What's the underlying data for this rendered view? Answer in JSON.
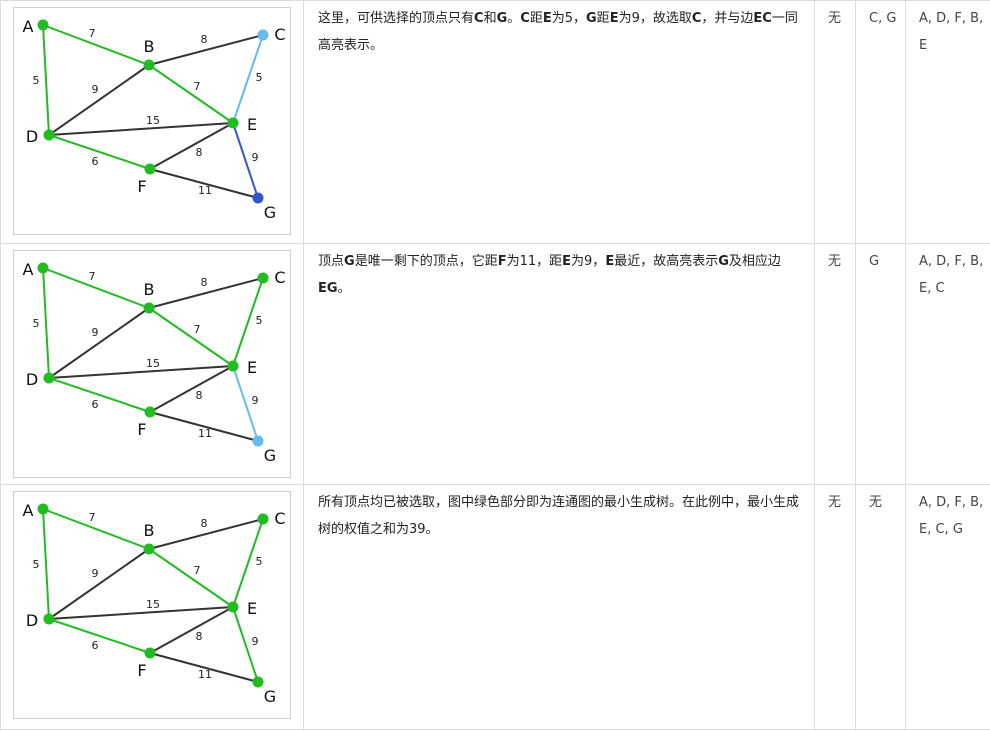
{
  "rows": [
    {
      "desc_parts": [
        "这里，可供选择的顶点只有",
        "C",
        "和",
        "G",
        "。",
        "C",
        "距",
        "E",
        "为5，",
        "G",
        "距",
        "E",
        "为9，故选取",
        "C",
        "，并与边",
        "EC",
        "一同高亮表示。"
      ],
      "col1": "无",
      "col2": "C, G",
      "col3": "A, D, F, B, E",
      "graph": {
        "node_colors": {
          "A": "#22bb22",
          "B": "#22bb22",
          "C": "#66bbee",
          "D": "#22bb22",
          "E": "#22bb22",
          "F": "#22bb22",
          "G": "#3355cc"
        },
        "edge_colors": {
          "AB": "#22bb22",
          "AD": "#22bb22",
          "BC": "#333333",
          "BD": "#333333",
          "BE": "#22bb22",
          "CE": "#66bbee",
          "DE": "#333333",
          "DF": "#22bb22",
          "EF": "#333333",
          "EG": "#3355cc",
          "FG": "#333333"
        }
      }
    },
    {
      "desc_parts": [
        "顶点",
        "G",
        "是唯一剩下的顶点，它距",
        "F",
        "为11，距",
        "E",
        "为9，",
        "E",
        "最近，故高亮表示",
        "G",
        "及相应边",
        "EG",
        "。"
      ],
      "col1": "无",
      "col2": "G",
      "col3": "A, D, F, B, E, C",
      "graph": {
        "node_colors": {
          "A": "#22bb22",
          "B": "#22bb22",
          "C": "#22bb22",
          "D": "#22bb22",
          "E": "#22bb22",
          "F": "#22bb22",
          "G": "#66bbee"
        },
        "edge_colors": {
          "AB": "#22bb22",
          "AD": "#22bb22",
          "BC": "#333333",
          "BD": "#333333",
          "BE": "#22bb22",
          "CE": "#22bb22",
          "DE": "#333333",
          "DF": "#22bb22",
          "EF": "#333333",
          "EG": "#66bbee",
          "FG": "#333333"
        }
      }
    },
    {
      "desc_parts": [
        "所有顶点均已被选取，图中绿色部分即为连通图的最小生成树。在此例中，最小生成树的权值之和为39。"
      ],
      "col1": "无",
      "col2": "无",
      "col3": "A, D, F, B, E, C, G",
      "graph": {
        "node_colors": {
          "A": "#22bb22",
          "B": "#22bb22",
          "C": "#22bb22",
          "D": "#22bb22",
          "E": "#22bb22",
          "F": "#22bb22",
          "G": "#22bb22"
        },
        "edge_colors": {
          "AB": "#22bb22",
          "AD": "#22bb22",
          "BC": "#333333",
          "BD": "#333333",
          "BE": "#22bb22",
          "CE": "#22bb22",
          "DE": "#333333",
          "DF": "#22bb22",
          "EF": "#333333",
          "EG": "#22bb22",
          "FG": "#333333"
        }
      }
    }
  ],
  "graph_template": {
    "nodes": [
      "A",
      "B",
      "C",
      "D",
      "E",
      "F",
      "G"
    ],
    "edges": [
      {
        "id": "AB",
        "from": "A",
        "to": "B",
        "weight": "7"
      },
      {
        "id": "AD",
        "from": "A",
        "to": "D",
        "weight": "5"
      },
      {
        "id": "BC",
        "from": "B",
        "to": "C",
        "weight": "8"
      },
      {
        "id": "BD",
        "from": "B",
        "to": "D",
        "weight": "9"
      },
      {
        "id": "BE",
        "from": "B",
        "to": "E",
        "weight": "7"
      },
      {
        "id": "CE",
        "from": "C",
        "to": "E",
        "weight": "5"
      },
      {
        "id": "DE",
        "from": "D",
        "to": "E",
        "weight": "15"
      },
      {
        "id": "DF",
        "from": "D",
        "to": "F",
        "weight": "6"
      },
      {
        "id": "EF",
        "from": "E",
        "to": "F",
        "weight": "8"
      },
      {
        "id": "EG",
        "from": "E",
        "to": "G",
        "weight": "9"
      },
      {
        "id": "FG",
        "from": "F",
        "to": "G",
        "weight": "11"
      }
    ]
  }
}
